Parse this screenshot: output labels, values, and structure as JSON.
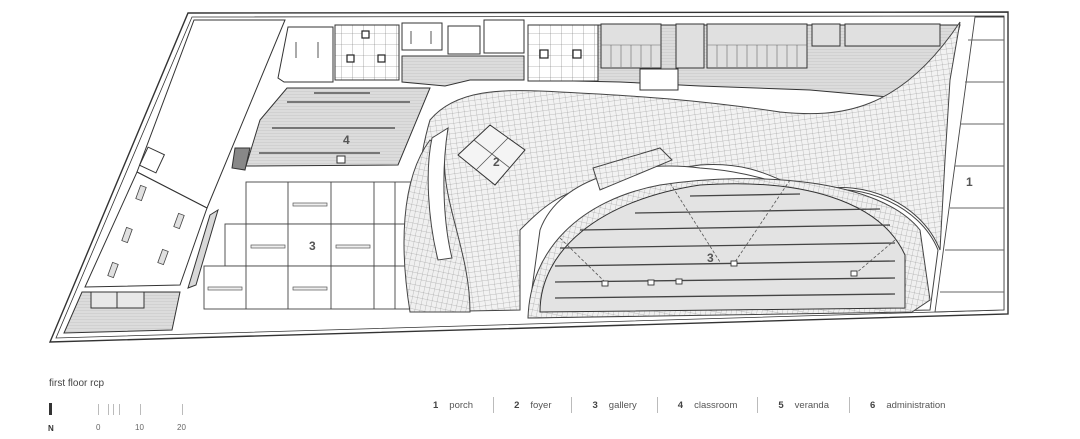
{
  "drawing": {
    "caption": "first floor rcp",
    "north_label": "N",
    "scale": {
      "ticks": [
        "0",
        "10",
        "20"
      ],
      "unit_hint": "m"
    },
    "room_labels": {
      "porch": "1",
      "foyer": "2",
      "gallery_left": "3",
      "gallery_right": "3",
      "classroom": "4"
    },
    "colors": {
      "line": "#333333",
      "fill_gray": "#d9d9d9",
      "fill_light": "#e6e6e6",
      "mesh": "#8a8a8a",
      "background": "#ffffff"
    }
  },
  "legend": {
    "items": [
      {
        "num": "1",
        "label": "porch"
      },
      {
        "num": "2",
        "label": "foyer"
      },
      {
        "num": "3",
        "label": "gallery"
      },
      {
        "num": "4",
        "label": "classroom"
      },
      {
        "num": "5",
        "label": "veranda"
      },
      {
        "num": "6",
        "label": "administration"
      }
    ]
  }
}
